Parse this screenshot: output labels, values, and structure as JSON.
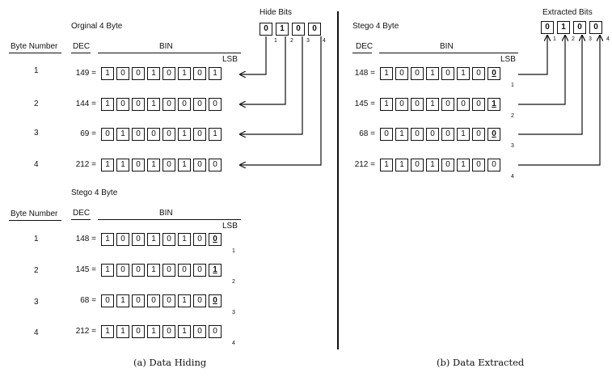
{
  "left": {
    "title": "Orginal 4 Byte",
    "hide_bits_label": "Hide Bits",
    "hide_bits": [
      "0",
      "1",
      "0",
      "0"
    ],
    "hide_bit_indices": [
      "1",
      "2",
      "3",
      "4"
    ],
    "byte_number_label": "Byte Number",
    "dec_label": "DEC",
    "bin_label": "BIN",
    "lsb_label": "LSB",
    "rows": [
      {
        "num": "1",
        "dec": "149 =",
        "bits": [
          "1",
          "0",
          "0",
          "1",
          "0",
          "1",
          "0",
          "1"
        ]
      },
      {
        "num": "2",
        "dec": "144 =",
        "bits": [
          "1",
          "0",
          "0",
          "1",
          "0",
          "0",
          "0",
          "0"
        ]
      },
      {
        "num": "3",
        "dec": "69 =",
        "bits": [
          "0",
          "1",
          "0",
          "0",
          "0",
          "1",
          "0",
          "1"
        ]
      },
      {
        "num": "4",
        "dec": "212 =",
        "bits": [
          "1",
          "1",
          "0",
          "1",
          "0",
          "1",
          "0",
          "0"
        ]
      }
    ],
    "stego_title": "Stego 4 Byte",
    "stego_rows": [
      {
        "num": "1",
        "dec": "148 =",
        "bits": [
          "1",
          "0",
          "0",
          "1",
          "0",
          "1",
          "0",
          "0"
        ],
        "sub": "1"
      },
      {
        "num": "2",
        "dec": "145 =",
        "bits": [
          "1",
          "0",
          "0",
          "1",
          "0",
          "0",
          "0",
          "1"
        ],
        "sub": "2"
      },
      {
        "num": "3",
        "dec": "68 =",
        "bits": [
          "0",
          "1",
          "0",
          "0",
          "0",
          "1",
          "0",
          "0"
        ],
        "sub": "3"
      },
      {
        "num": "4",
        "dec": "212 =",
        "bits": [
          "1",
          "1",
          "0",
          "1",
          "0",
          "1",
          "0",
          "0"
        ],
        "sub": "4"
      }
    ],
    "caption": "(a) Data Hiding"
  },
  "right": {
    "title": "Stego 4 Byte",
    "extracted_label": "Extracted Bits",
    "extracted_bits": [
      "0",
      "1",
      "0",
      "0"
    ],
    "extracted_indices": [
      "1",
      "2",
      "3",
      "4"
    ],
    "dec_label": "DEC",
    "bin_label": "BIN",
    "lsb_label": "LSB",
    "rows": [
      {
        "dec": "148 =",
        "bits": [
          "1",
          "0",
          "0",
          "1",
          "0",
          "1",
          "0",
          "0"
        ],
        "sub": "1"
      },
      {
        "dec": "145 =",
        "bits": [
          "1",
          "0",
          "0",
          "1",
          "0",
          "0",
          "0",
          "1"
        ],
        "sub": "2"
      },
      {
        "dec": "68 =",
        "bits": [
          "0",
          "1",
          "0",
          "0",
          "0",
          "1",
          "0",
          "0"
        ],
        "sub": "3"
      },
      {
        "dec": "212 =",
        "bits": [
          "1",
          "1",
          "0",
          "1",
          "0",
          "1",
          "0",
          "0"
        ],
        "sub": "4"
      }
    ],
    "caption": "(b) Data Extracted"
  }
}
